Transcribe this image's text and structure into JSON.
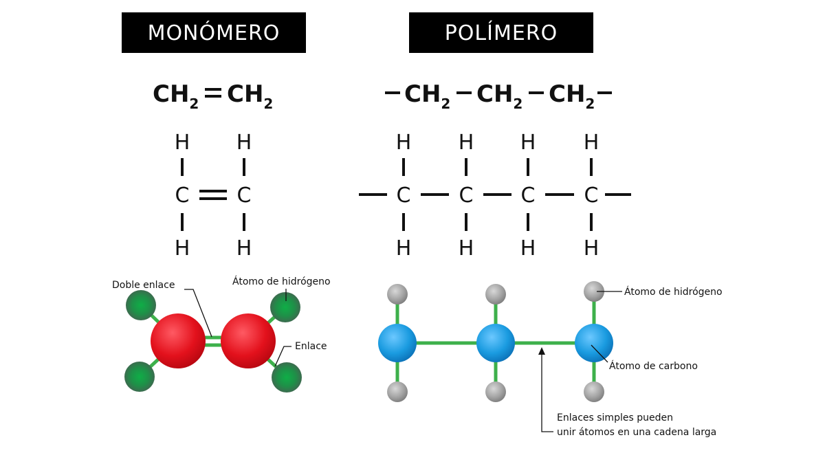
{
  "headers": {
    "monomer": "MONÓMERO",
    "polymer": "POLÍMERO"
  },
  "formula": {
    "ch": "CH",
    "sub": "2",
    "double_bond": "=",
    "single_bond": "–"
  },
  "atoms": {
    "h": "H",
    "c": "C"
  },
  "labels": {
    "double_bond": "Doble enlace",
    "hydrogen_left": "Átomo de hidrógeno",
    "bond": "Enlace",
    "hydrogen_right": "Átomo de hidrógeno",
    "carbon": "Átomo de carbono",
    "chain_line1": "Enlaces simples pueden",
    "chain_line2": "unir átomos en una cadena larga"
  },
  "colors": {
    "header_bg": "#000000",
    "monomer_carbon": "#e0141e",
    "monomer_hydrogen": "#1f9a4a",
    "polymer_carbon": "#1a9be0",
    "polymer_hydrogen": "#9a9a9a",
    "bond": "#3db04b"
  }
}
